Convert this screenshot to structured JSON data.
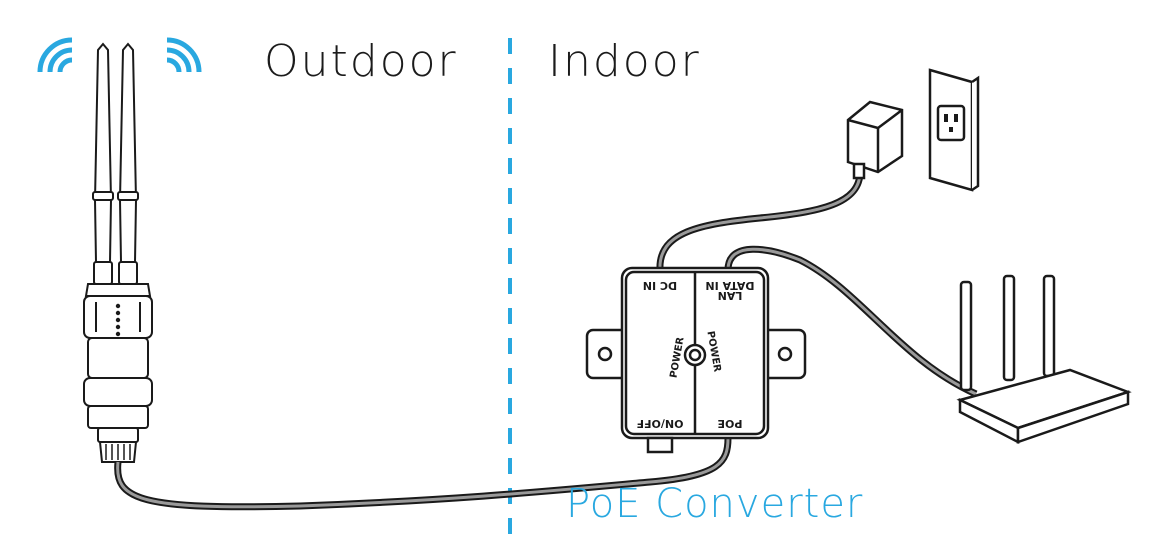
{
  "labels": {
    "outdoor": "Outdoor",
    "indoor": "Indoor",
    "poe_converter": "PoE Converter"
  },
  "converter": {
    "port_dc_in": "DC IN",
    "port_lan_line1": "LAN",
    "port_lan_line2": "DATA IN",
    "indicator_left": "POWER",
    "indicator_right": "POWER",
    "switch": "ON/OFF",
    "port_poe": "POE"
  },
  "colors": {
    "accent": "#29a8e0",
    "line": "#1a1a1a",
    "cable": "#4a4a4a"
  },
  "icons": [
    "wifi-left-icon",
    "wifi-right-icon",
    "outdoor-antenna-icon",
    "poe-converter-icon",
    "power-adapter-icon",
    "wall-outlet-icon",
    "wifi-router-icon"
  ]
}
